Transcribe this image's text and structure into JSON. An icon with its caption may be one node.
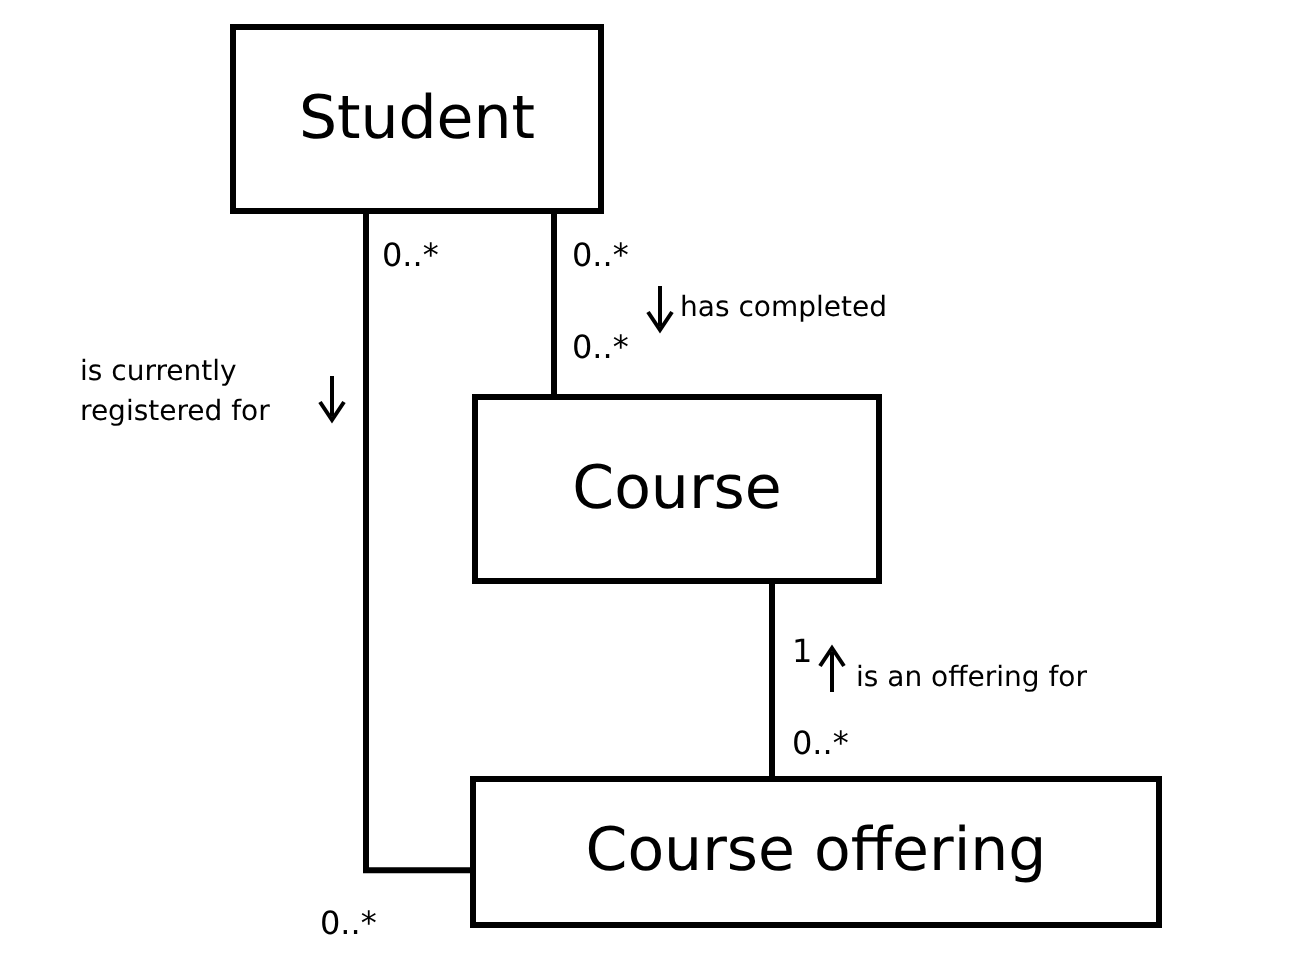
{
  "diagram": {
    "nodes": [
      {
        "text": [
          "Student"
        ]
      },
      {
        "text": [
          "Course"
        ]
      },
      {
        "text": [
          "Course offering"
        ]
      }
    ],
    "edges": [
      {
        "from": 0,
        "to": 1,
        "arrow": "none",
        "label": "has completed"
      },
      {
        "from": 0,
        "to": 2,
        "arrow": "none",
        "label": "is currently registered for"
      },
      {
        "from": 1,
        "to": 2,
        "arrow": "none",
        "label": "is an offering for"
      }
    ],
    "labels": [
      "0..*",
      "0..*",
      "0..*",
      "1",
      "0..*",
      "0..*"
    ]
  }
}
